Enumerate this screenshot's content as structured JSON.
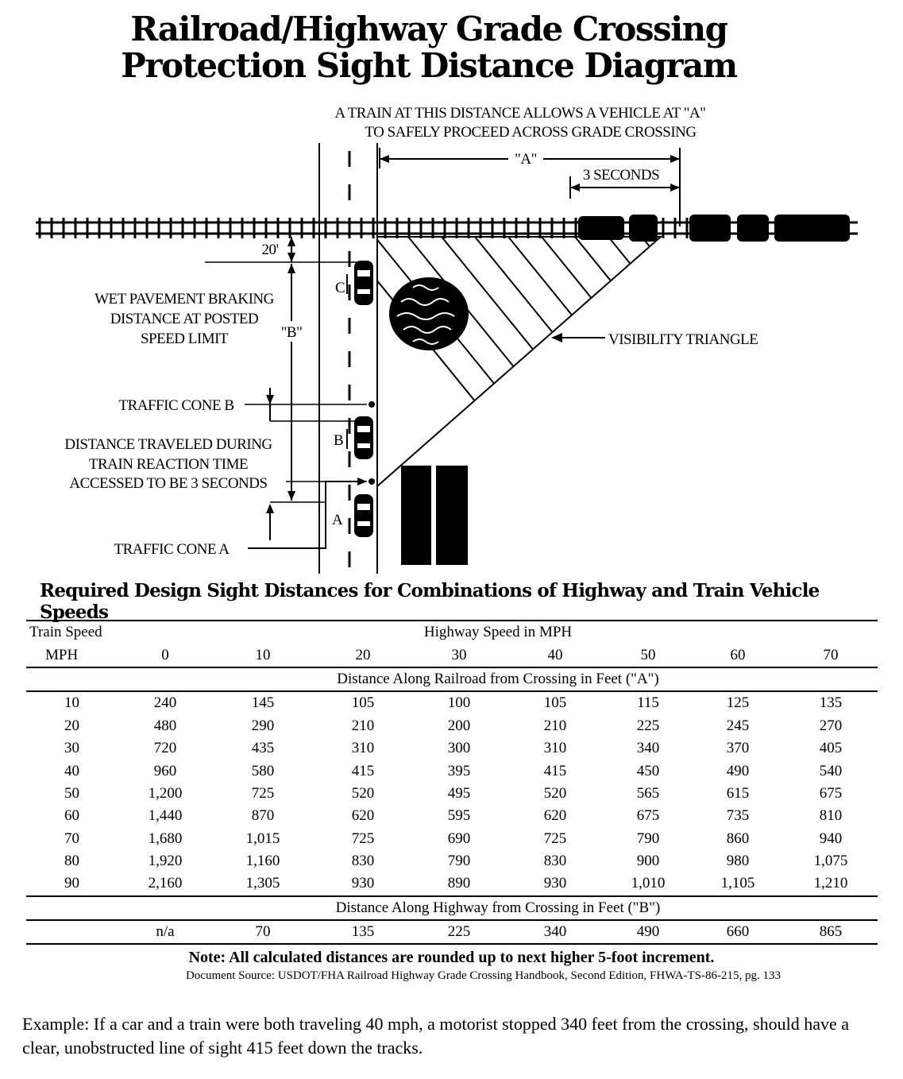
{
  "title": {
    "line1": "Railroad/Highway Grade Crossing",
    "line2": "Protection Sight Distance Diagram"
  },
  "diagram": {
    "top_note_line1": "A TRAIN AT THIS DISTANCE ALLOWS A VEHICLE AT \"A\"",
    "top_note_line2": "TO SAFELY PROCEED ACROSS GRADE CROSSING",
    "dim_a": "\"A\"",
    "three_seconds": "3 SECONDS",
    "twenty_ft": "20'",
    "wet_line1": "WET PAVEMENT BRAKING",
    "wet_line2": "DISTANCE AT POSTED",
    "wet_line3": "SPEED LIMIT",
    "dim_b": "\"B\"",
    "car_c": "C",
    "car_b": "B",
    "car_a": "A",
    "visibility_triangle": "VISIBILITY TRIANGLE",
    "traffic_cone_b": "TRAFFIC CONE B",
    "dist_line1": "DISTANCE TRAVELED DURING",
    "dist_line2": "TRAIN REACTION TIME",
    "dist_line3": "ACCESSED TO BE 3 SECONDS",
    "traffic_cone_a": "TRAFFIC CONE A"
  },
  "table": {
    "title": "Required Design Sight Distances for Combinations of Highway and Train Vehicle Speeds",
    "train_speed_label": "Train Speed",
    "mph_label": "MPH",
    "highway_speed_label": "Highway Speed in MPH",
    "highway_speeds": [
      "0",
      "10",
      "20",
      "30",
      "40",
      "50",
      "60",
      "70"
    ],
    "section_a_label": "Distance Along Railroad from Crossing in Feet (\"A\")",
    "rows": [
      {
        "train": "10",
        "values": [
          "240",
          "145",
          "105",
          "100",
          "105",
          "115",
          "125",
          "135"
        ]
      },
      {
        "train": "20",
        "values": [
          "480",
          "290",
          "210",
          "200",
          "210",
          "225",
          "245",
          "270"
        ]
      },
      {
        "train": "30",
        "values": [
          "720",
          "435",
          "310",
          "300",
          "310",
          "340",
          "370",
          "405"
        ]
      },
      {
        "train": "40",
        "values": [
          "960",
          "580",
          "415",
          "395",
          "415",
          "450",
          "490",
          "540"
        ]
      },
      {
        "train": "50",
        "values": [
          "1,200",
          "725",
          "520",
          "495",
          "520",
          "565",
          "615",
          "675"
        ]
      },
      {
        "train": "60",
        "values": [
          "1,440",
          "870",
          "620",
          "595",
          "620",
          "675",
          "735",
          "810"
        ]
      },
      {
        "train": "70",
        "values": [
          "1,680",
          "1,015",
          "725",
          "690",
          "725",
          "790",
          "860",
          "940"
        ]
      },
      {
        "train": "80",
        "values": [
          "1,920",
          "1,160",
          "830",
          "790",
          "830",
          "900",
          "980",
          "1,075"
        ]
      },
      {
        "train": "90",
        "values": [
          "2,160",
          "1,305",
          "930",
          "890",
          "930",
          "1,010",
          "1,105",
          "1,210"
        ]
      }
    ],
    "section_b_label": "Distance Along Highway from Crossing in Feet (\"B\")",
    "b_values": [
      "n/a",
      "70",
      "135",
      "225",
      "340",
      "490",
      "660",
      "865"
    ]
  },
  "note": "Note: All calculated distances are rounded up to next higher 5-foot increment.",
  "source": "Document Source: USDOT/FHA Railroad Highway Grade Crossing Handbook, Second Edition, FHWA-TS-86-215, pg. 133",
  "example": "Example: If a car and a train were both traveling 40 mph, a motorist stopped 340 feet from the crossing, should have a clear, unobstructed line of sight 415 feet down the tracks."
}
